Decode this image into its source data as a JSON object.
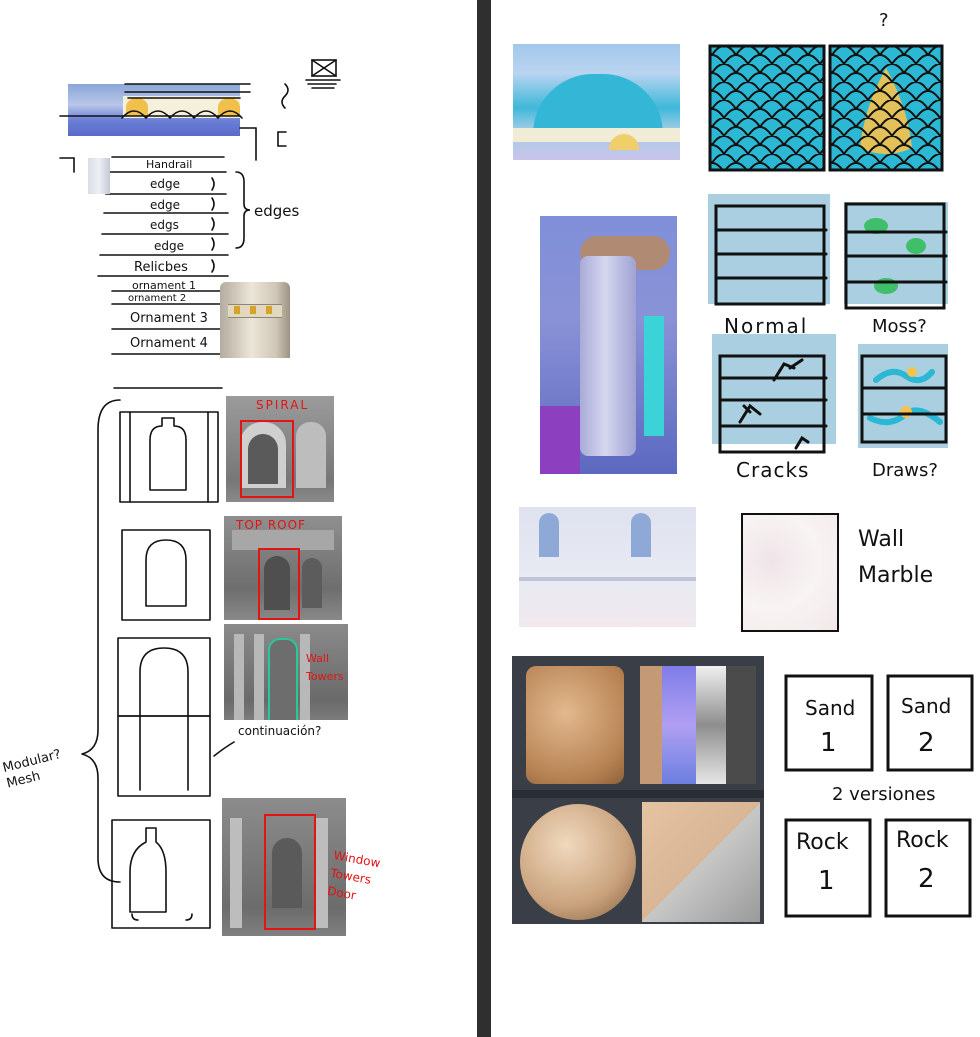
{
  "left": {
    "layers": [
      "Handrail",
      "edge",
      "edge",
      "edgs",
      "edge",
      "Relicbes",
      "ornament 1",
      "ornament 2",
      "Ornament 3",
      "Ornament 4"
    ],
    "edges_label": "edges",
    "modular_label": "Modular? Mesh",
    "continuation_label": "continuación?",
    "renders": {
      "spiral": "SPIRAL",
      "top_roof": "TOP ROOF",
      "wall_towers": "Wall Towers",
      "window_towers_door": "Window Towers Door"
    }
  },
  "right": {
    "question_mark": "?",
    "tile_labels": [
      "Normal",
      "Moss?",
      "Cracks",
      "Draws?"
    ],
    "wall_marble": "Wall Marble",
    "sand_tiles": [
      {
        "word": "Sand",
        "num": "1"
      },
      {
        "word": "Sand",
        "num": "2"
      }
    ],
    "versions_label": "2 versiones",
    "rock_tiles": [
      {
        "word": "Rock",
        "num": "1"
      },
      {
        "word": "Rock",
        "num": "2"
      }
    ]
  },
  "colors": {
    "ink": "#111111",
    "red_ink": "#e21414",
    "scale_blue": "#2bb8d4",
    "tile_blue": "#a9cfe0",
    "moss_green": "#3fbf6a",
    "gold": "#f6c24c",
    "divider": "#2f2f2f"
  }
}
